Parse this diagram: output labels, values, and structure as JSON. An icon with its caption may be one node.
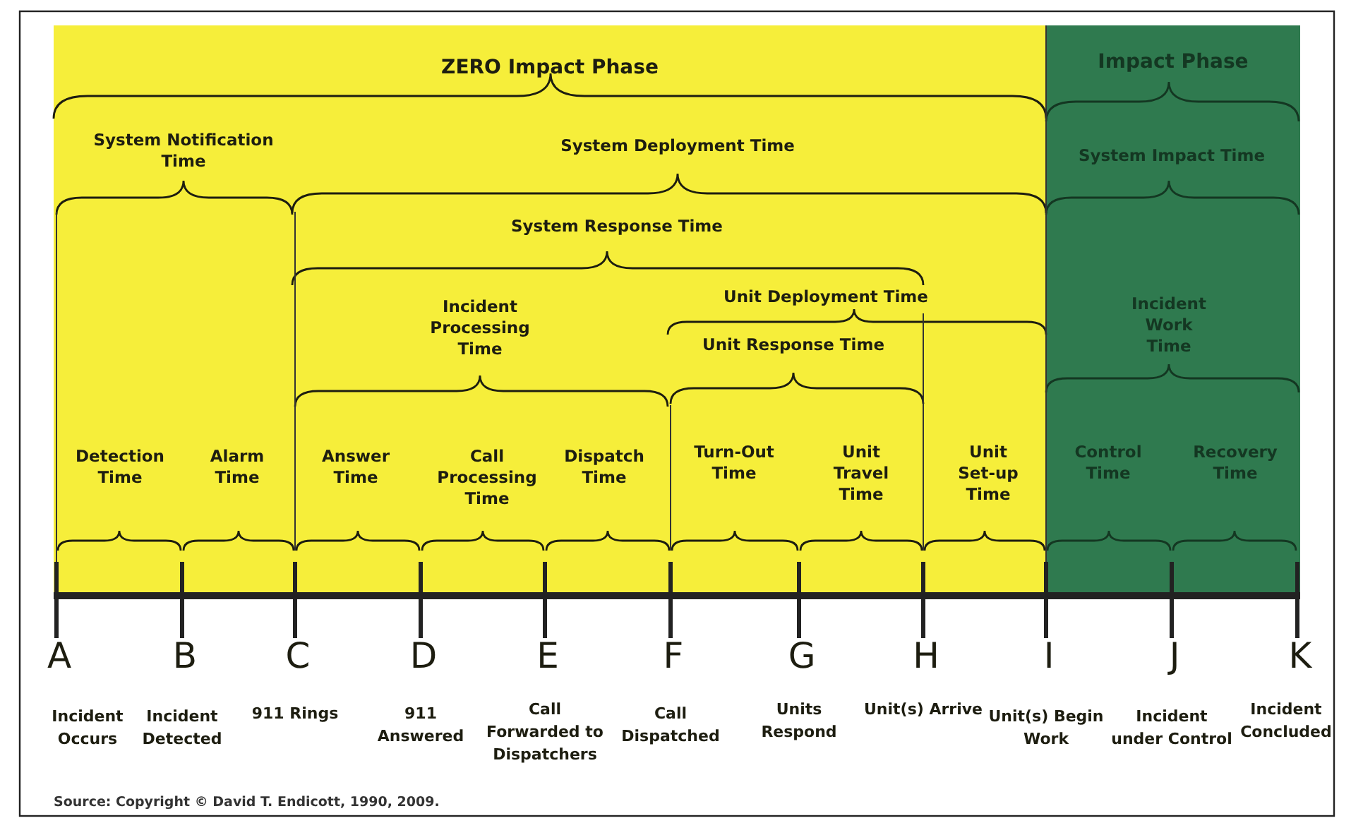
{
  "diagram": {
    "caption": "Source: Copyright © David T. Endicott, 1990, 2009.",
    "nodes": [
      {
        "text": [
          "ZERO Impact Phase"
        ]
      },
      {
        "text": [
          "Impact Phase"
        ]
      }
    ],
    "labels": [
      "System Notification Time",
      "System Deployment Time",
      "System Impact Time",
      "System Response Time",
      "Incident Processing Time",
      "Unit Deployment Time",
      "Unit Response Time",
      "Incident Work Time",
      "Detection Time",
      "Alarm Time",
      "Answer Time",
      "Call Processing Time",
      "Dispatch Time",
      "Turn-Out Time",
      "Unit Travel Time",
      "Unit Set-up Time",
      "Control Time",
      "Recovery Time",
      "A",
      "B",
      "C",
      "D",
      "E",
      "F",
      "G",
      "H",
      "I",
      "J",
      "K",
      "Incident Occurs",
      "Incident Detected",
      "911 Rings",
      "911 Answered",
      "Call Forwarded to Dispatchers",
      "Call Dispatched",
      "Units Respond",
      "Unit(s) Arrive",
      "Unit(s) Begin Work",
      "Incident under Control",
      "Incident Concluded"
    ]
  }
}
